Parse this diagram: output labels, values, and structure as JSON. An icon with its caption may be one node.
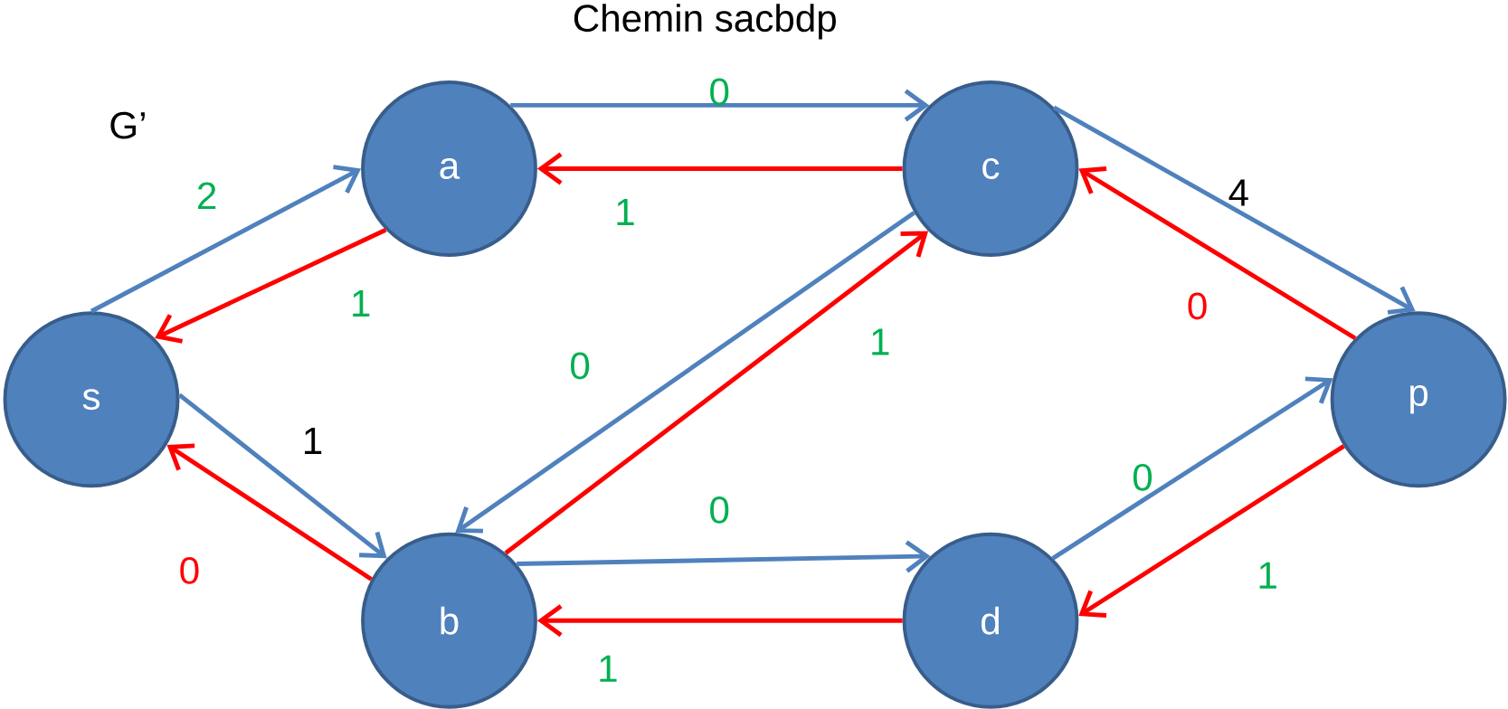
{
  "diagram": {
    "title": "Chemin sacbdp",
    "nodes": [
      {
        "text": [
          "s"
        ]
      },
      {
        "text": [
          "a"
        ]
      },
      {
        "text": [
          "b"
        ]
      },
      {
        "text": [
          "c"
        ]
      },
      {
        "text": [
          "d"
        ]
      },
      {
        "text": [
          "p"
        ]
      }
    ],
    "edges": [
      {
        "from": 0,
        "to": 1,
        "arrow": "to",
        "label": "2",
        "color": "#4f81bd"
      },
      {
        "from": 1,
        "to": 0,
        "arrow": "to",
        "label": "1",
        "color": "#ff0000"
      },
      {
        "from": 0,
        "to": 2,
        "arrow": "to",
        "label": "1",
        "color": "#4f81bd"
      },
      {
        "from": 2,
        "to": 0,
        "arrow": "to",
        "label": "0",
        "color": "#ff0000"
      },
      {
        "from": 1,
        "to": 3,
        "arrow": "to",
        "label": "0",
        "color": "#4f81bd"
      },
      {
        "from": 3,
        "to": 1,
        "arrow": "to",
        "label": "1",
        "color": "#ff0000"
      },
      {
        "from": 3,
        "to": 2,
        "arrow": "to",
        "label": "0",
        "color": "#4f81bd"
      },
      {
        "from": 2,
        "to": 3,
        "arrow": "to",
        "label": "1",
        "color": "#ff0000"
      },
      {
        "from": 2,
        "to": 4,
        "arrow": "to",
        "label": "0",
        "color": "#4f81bd"
      },
      {
        "from": 4,
        "to": 2,
        "arrow": "to",
        "label": "1",
        "color": "#ff0000"
      },
      {
        "from": 3,
        "to": 5,
        "arrow": "to",
        "label": "4",
        "color": "#4f81bd"
      },
      {
        "from": 5,
        "to": 3,
        "arrow": "to",
        "label": "0",
        "color": "#ff0000"
      },
      {
        "from": 4,
        "to": 5,
        "arrow": "to",
        "label": "0",
        "color": "#4f81bd"
      },
      {
        "from": 5,
        "to": 4,
        "arrow": "to",
        "label": "1",
        "color": "#ff0000"
      }
    ],
    "labels": [
      "G’"
    ]
  }
}
